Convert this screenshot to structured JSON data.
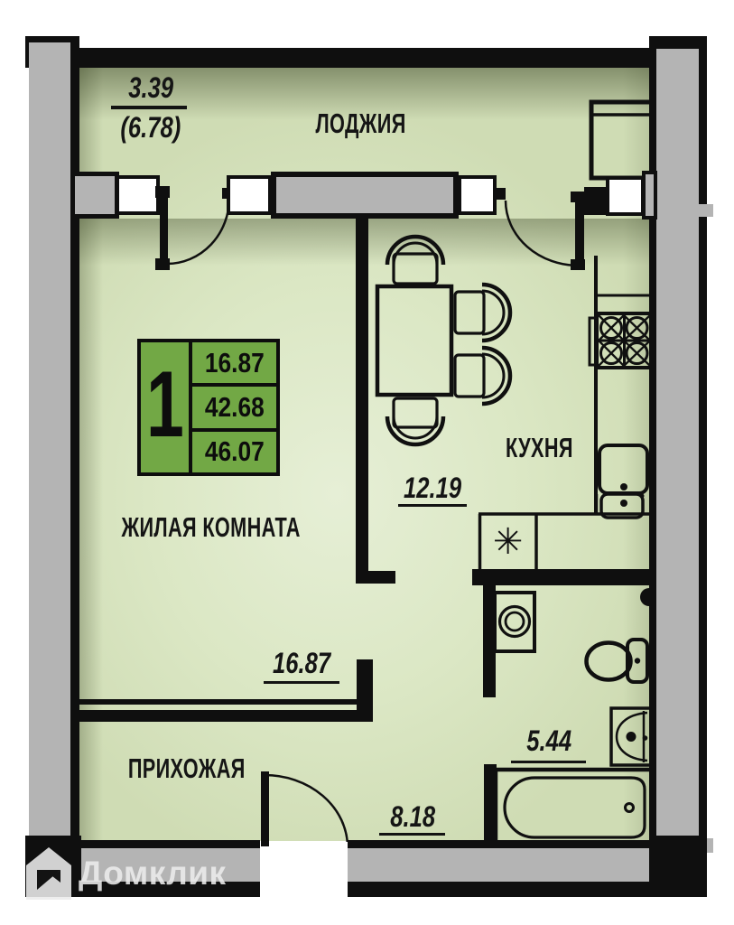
{
  "plan": {
    "card": {
      "rooms_count": "1",
      "rows": [
        "16.87",
        "42.68",
        "46.07"
      ]
    },
    "loggia": {
      "label": "ЛОДЖИЯ",
      "dim_top": "3.39",
      "dim_bottom": "(6.78)"
    },
    "living": {
      "label": "ЖИЛАЯ КОМНАТА",
      "dim": "16.87"
    },
    "kitchen": {
      "label": "КУХНЯ",
      "dim": "12.19"
    },
    "hallway": {
      "label": "ПРИХОЖАЯ",
      "dim": "8.18"
    },
    "bathroom": {
      "dim": "5.44"
    },
    "symbols": {
      "utility_mark": "✳"
    }
  },
  "watermark": {
    "brand": "Домклик"
  },
  "colors": {
    "floor_green": "#dbe7c4",
    "wall_gray": "#b4b4b4",
    "line_black": "#0f0f0f",
    "card_green": "#72a845",
    "window_white": "#ffffff"
  }
}
